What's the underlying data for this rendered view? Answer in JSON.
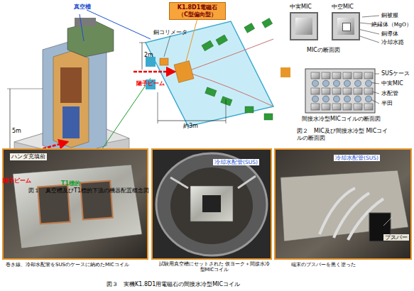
{
  "diagram": {
    "nodes": [
      {
        "text": [
          "K1.8D1電磁石（C型偏向型）"
        ]
      },
      {
        "text": [
          "中実MIC"
        ]
      },
      {
        "text": [
          "中空MIC"
        ]
      }
    ],
    "labels": [
      "真空槽",
      "陽子ビーム",
      "5m",
      "T1標的",
      "銅コリメータ",
      "陽子ビーム",
      "2m",
      "約3m",
      "図１　真空槽及びT1標的下流の機器配置概念図",
      "銅被服",
      "絶縁体（MgO）",
      "銅導体",
      "冷却水路",
      "MICの断面図",
      "SUSケース",
      "中実MIC",
      "水配管",
      "半田",
      "間接水冷型MICコイルの断面図",
      "図２　MIC及び間接水冷型 MICコイルの断面図",
      "ハンダ充填前",
      "巻き線、冷却水配管をSUSのケースに納めたMICコイル",
      "冷却水配管(SUS)",
      "試験用真空槽にセットされた 仮ヨーク＋間接水冷型MICコイル",
      "冷却水配管(SUS)",
      "ブスバー",
      "端末のブスバーを黒く塗った",
      "図３　実機K1.8D1用電磁石の間接水冷型MICコイル"
    ]
  }
}
